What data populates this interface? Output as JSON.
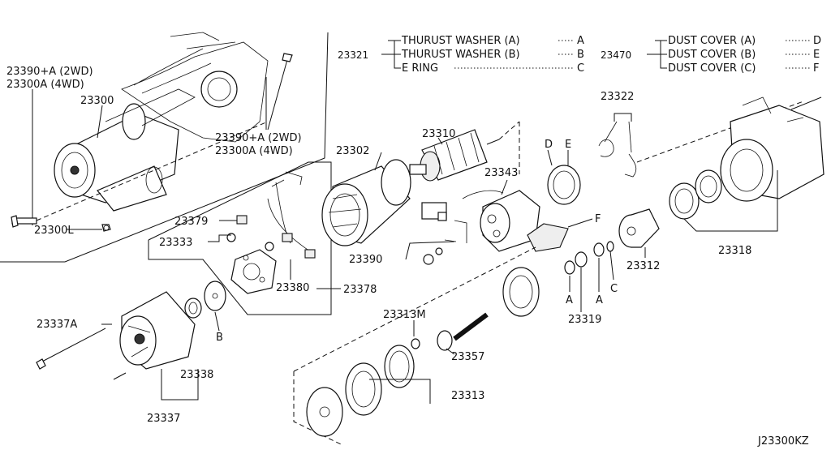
{
  "diagram_id": "J23300KZ",
  "callouts": {
    "c23390_top": "23390+A (2WD)",
    "c23300A_top": "23300A   (4WD)",
    "c23300": "23300",
    "c23390_mid": "23390+A (2WD)",
    "c23300A_mid": "23300A   (4WD)",
    "c23302": "23302",
    "c23310": "23310",
    "c23343": "23343",
    "c23379": "23379",
    "c23333": "23333",
    "c23380": "23380",
    "c23378": "23378",
    "c23300L": "23300L",
    "c23390": "23390",
    "c23337A": "23337A",
    "c23338": "23338",
    "c23337": "23337",
    "c23313M": "23313M",
    "c23357": "23357",
    "c23313": "23313",
    "c23319": "23319",
    "c23312": "23312",
    "c23318": "23318",
    "c23322": "23322"
  },
  "legend_washer": {
    "code": "23321",
    "items": [
      {
        "label": "THURUST WASHER (A)",
        "key": "A"
      },
      {
        "label": "THURUST WASHER (B)",
        "key": "B"
      },
      {
        "label": "E RING",
        "key": "C"
      }
    ]
  },
  "legend_cover": {
    "code": "23470",
    "items": [
      {
        "label": "DUST COVER (A)",
        "key": "D"
      },
      {
        "label": "DUST COVER (B)",
        "key": "E"
      },
      {
        "label": "DUST COVER (C)",
        "key": "F"
      }
    ]
  },
  "letters": {
    "D": "D",
    "E": "E",
    "F": "F",
    "B": "B",
    "A1": "A",
    "A2": "A",
    "C": "C"
  }
}
